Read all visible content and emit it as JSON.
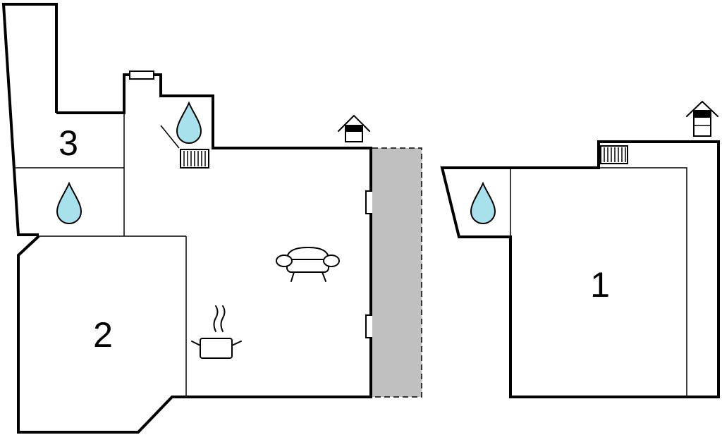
{
  "rooms": {
    "room_1": {
      "label": "1"
    },
    "room_2": {
      "label": "2"
    },
    "room_3": {
      "label": "3"
    }
  },
  "icons": {
    "water": "water-drop-icon",
    "radiator": "radiator-icon",
    "fireplace": "fireplace-icon",
    "sofa": "sofa-icon",
    "kitchen": "cooking-pot-icon",
    "skylight": "skylight-icon"
  },
  "colors": {
    "wall": "#000000",
    "water_drop": "#a8e0ec",
    "terrace": "#c0c0c0",
    "background": "#ffffff"
  }
}
